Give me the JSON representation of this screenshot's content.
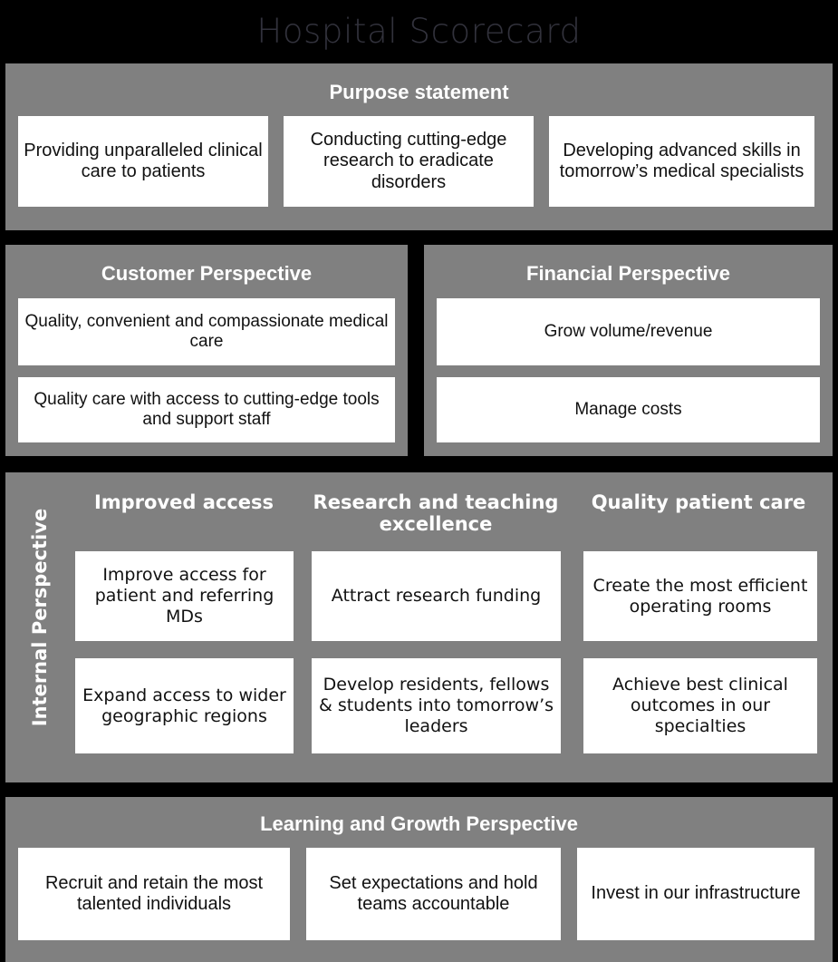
{
  "title": "Hospital Scorecard",
  "colors": {
    "background": "#000000",
    "panel": "#808080",
    "card": "#ffffff",
    "card_text": "#111111",
    "heading_text": "#ffffff",
    "title_text": "#32323c"
  },
  "purpose": {
    "heading": "Purpose statement",
    "cards": [
      "Providing unparalleled clinical care to patients",
      "Conducting cutting-edge research to eradicate disorders",
      "Developing advanced skills in tomorrow’s medical specialists"
    ]
  },
  "customer": {
    "heading": "Customer Perspective",
    "cards": [
      "Quality, convenient and compassionate medical care",
      "Quality care with access to cutting-edge tools and support staff"
    ]
  },
  "financial": {
    "heading": "Financial Perspective",
    "cards": [
      "Grow volume/revenue",
      "Manage costs"
    ]
  },
  "internal": {
    "side_label": "Internal Perspective",
    "columns": [
      {
        "heading": "Improved access",
        "cards": [
          "Improve access for patient and referring MDs",
          "Expand access to wider geographic regions"
        ]
      },
      {
        "heading": "Research and teaching excellence",
        "cards": [
          "Attract research funding",
          "Develop residents, fellows & students into tomorrow’s leaders"
        ]
      },
      {
        "heading": "Quality patient care",
        "cards": [
          "Create the most efficient operating rooms",
          "Achieve best clinical outcomes in our specialties"
        ]
      }
    ]
  },
  "learning": {
    "heading": "Learning and Growth Perspective",
    "cards": [
      "Recruit and retain the most talented individuals",
      "Set expectations and hold teams accountable",
      "Invest in our infrastructure"
    ]
  }
}
